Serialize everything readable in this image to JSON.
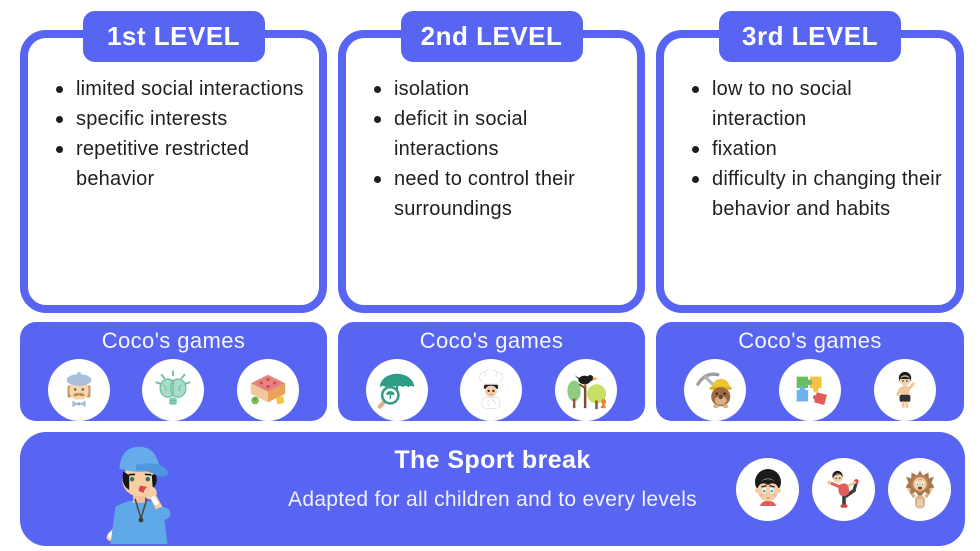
{
  "colors": {
    "accent": "#5865F2",
    "card_background": "#FFFFFF",
    "bullet_text": "#1F1F23",
    "text_on_accent": "#FFFFFF"
  },
  "columns": [
    {
      "level": "1st LEVEL",
      "bullets": [
        "limited social interactions",
        "specific interests",
        "repetitive restricted behavior"
      ],
      "games_label": "Coco's games",
      "game_icons": [
        "artist-face",
        "brain-idea",
        "board-game"
      ]
    },
    {
      "level": "2nd LEVEL",
      "bullets": [
        "isolation",
        "deficit in social interactions",
        "need to control their surroundings"
      ],
      "games_label": "Coco's games",
      "game_icons": [
        "umbrella-magnifier",
        "chef-kid",
        "forest-bird"
      ]
    },
    {
      "level": "3rd LEVEL",
      "bullets": [
        "low to no social interaction",
        "fixation",
        "difficulty in changing their behavior and habits"
      ],
      "games_label": "Coco's games",
      "game_icons": [
        "mole-miner",
        "puzzle-pieces",
        "swimmer-kid"
      ]
    }
  ],
  "footer": {
    "title": "The Sport break",
    "subtitle": "Adapted for all children and to every levels",
    "left_icon": "coach-whistle",
    "icons": [
      "boy-face",
      "yoga-kid",
      "lion-costume-kid"
    ]
  }
}
